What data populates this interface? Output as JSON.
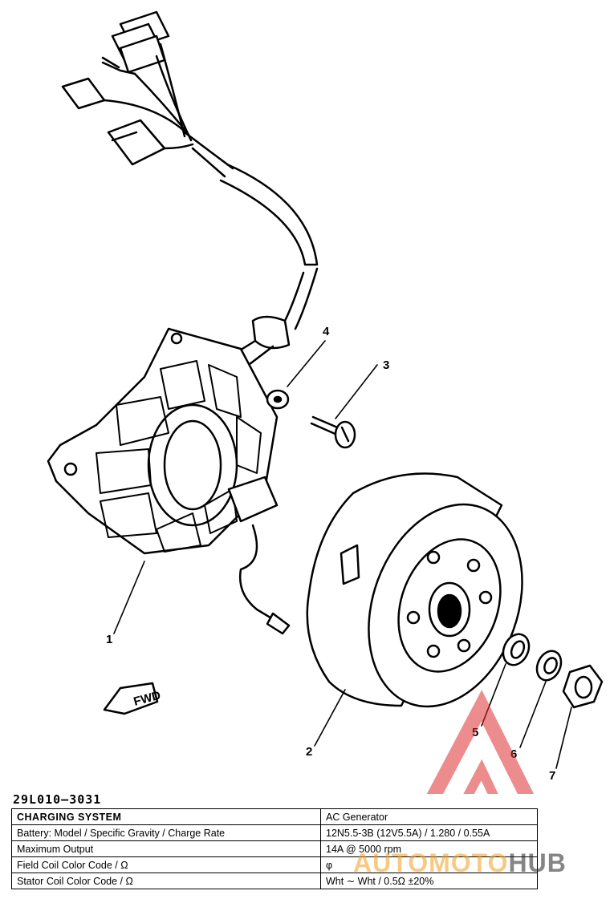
{
  "part_number": "29L010—3031",
  "callouts": [
    "1",
    "2",
    "3",
    "4",
    "5",
    "6",
    "7"
  ],
  "fwd_label": "FWD",
  "table": {
    "rows": [
      [
        "CHARGING SYSTEM",
        "AC Generator"
      ],
      [
        "Battery: Model / Specific Gravity / Charge Rate",
        "12N5.5-3B (12V5.5A) / 1.280 / 0.55A"
      ],
      [
        "Maximum Output",
        "14A @ 5000 rpm"
      ],
      [
        "Field Coil Color Code / Ω",
        "φ"
      ],
      [
        "Stator Coil Color Code / Ω",
        "Wht ∼ Wht / 0.5Ω ±20%"
      ]
    ]
  },
  "watermark": {
    "text_a": "AUTOMOTO",
    "text_b": "HUB",
    "color_logo": "#e03030",
    "color_a": "#f0a020"
  }
}
